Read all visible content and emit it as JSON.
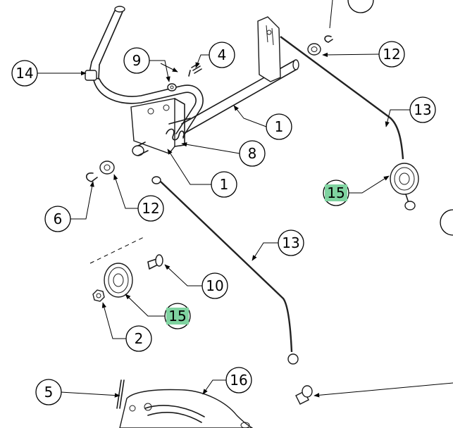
{
  "callouts": {
    "c4": "4",
    "c9": "9",
    "c12_top": "12",
    "c14": "14",
    "c13_top": "13",
    "c1_upper": "1",
    "c8": "8",
    "c1_lower": "1",
    "c15_right": "15",
    "c6": "6",
    "c12_left": "12",
    "c13_mid": "13",
    "c10": "10",
    "c15_left": "15",
    "c2": "2",
    "c5": "5",
    "c16": "16"
  },
  "highlight_color": "#7fd3a0"
}
